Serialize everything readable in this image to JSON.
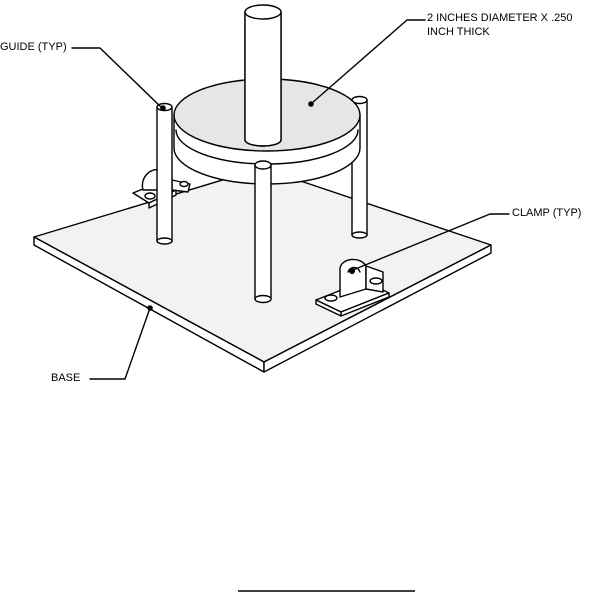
{
  "labels": {
    "guide": "GUIDE (TYP)",
    "diameter_line1": "2 INCHES DIAMETER  X  .250",
    "diameter_line2": "INCH  THICK",
    "clamp": "CLAMP (TYP)",
    "base": "BASE"
  },
  "colors": {
    "ink": "#000000",
    "paper": "#ffffff",
    "disk_shade": "#e6e6e6",
    "base_shade": "#f2f2f2"
  }
}
